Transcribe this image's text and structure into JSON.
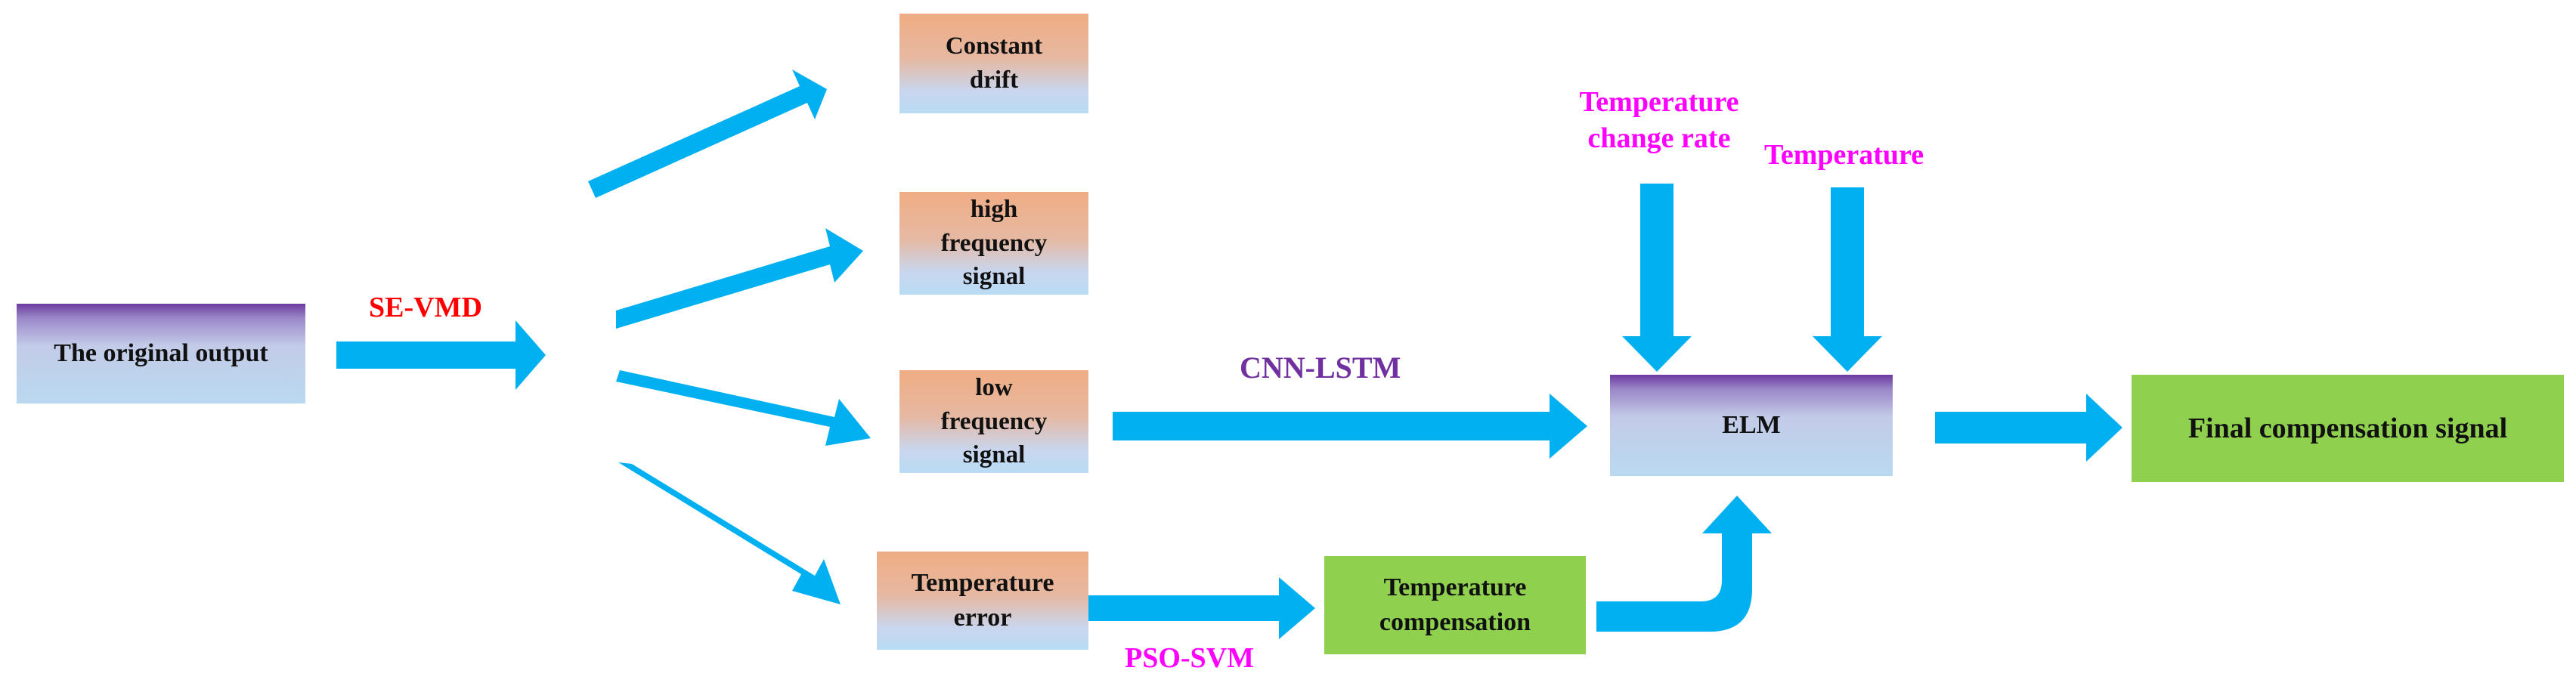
{
  "nodes": {
    "original_output": "The original output",
    "constant_drift": "Constant drift",
    "high_frequency": "high frequency signal",
    "low_frequency": "low frequency signal",
    "temperature_error": "Temperature error",
    "temperature_compensation": "Temperature compensation",
    "elm": "ELM",
    "final_signal": "Final compensation signal"
  },
  "labels": {
    "se_vmd": "SE-VMD",
    "cnn_lstm": "CNN-LSTM",
    "pso_svm": "PSO-SVM",
    "temperature_change_rate": "Temperature change rate",
    "temperature": "Temperature"
  },
  "colors": {
    "arrow": "#00b0f0",
    "se_vmd": "#ff0000",
    "cnn_lstm": "#7030a0",
    "pso_svm": "#ff00ff",
    "temperature_inputs": "#ff00ff",
    "green_box": "#8fd14f"
  }
}
